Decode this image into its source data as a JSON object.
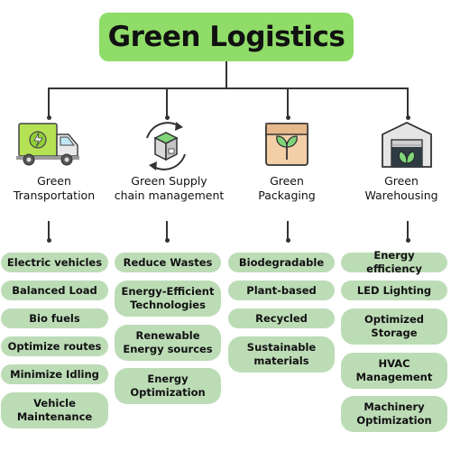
{
  "title": "Green Logistics",
  "categories": [
    {
      "label_lines": [
        "Green",
        "Transportation"
      ],
      "icon": "electric-truck-icon",
      "items": [
        "Electric vehicles",
        "Balanced Load",
        "Bio fuels",
        "Optimize routes",
        "Minimize Idling",
        "Vehicle Maintenance"
      ]
    },
    {
      "label_lines": [
        "Green Supply",
        "chain management"
      ],
      "icon": "recycle-box-icon",
      "items": [
        "Reduce Wastes",
        "Energy-Efficient Technologies",
        "Renewable Energy sources",
        "Energy Optimization"
      ]
    },
    {
      "label_lines": [
        "Green",
        "Packaging"
      ],
      "icon": "eco-package-icon",
      "items": [
        "Biodegradable",
        "Plant-based",
        "Recycled",
        "Sustainable materials"
      ]
    },
    {
      "label_lines": [
        "Green",
        "Warehousing"
      ],
      "icon": "green-warehouse-icon",
      "items": [
        "Energy efficiency",
        "LED Lighting",
        "Optimized Storage",
        "HVAC Management",
        "Machinery Optimization"
      ]
    }
  ],
  "colors": {
    "title_bg": "#8fdc68",
    "item_bg": "#bcdcb6",
    "line": "#333333"
  }
}
